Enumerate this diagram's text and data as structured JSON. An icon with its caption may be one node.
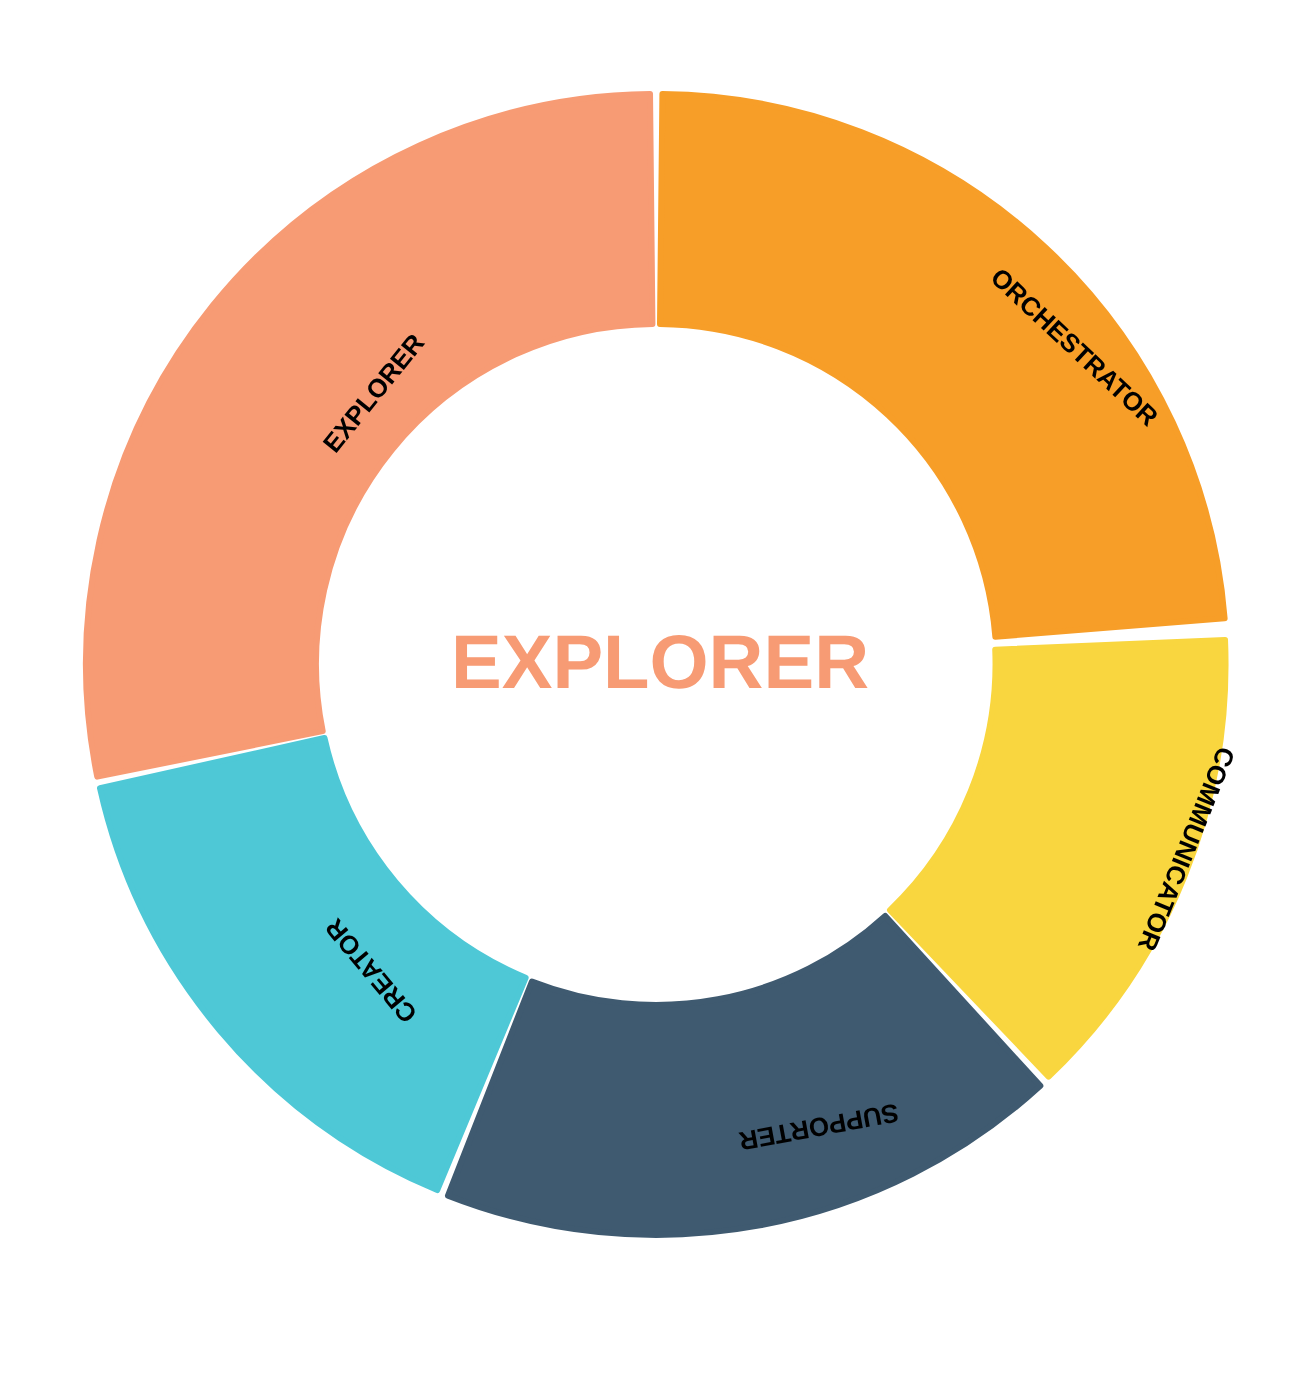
{
  "diagram": {
    "nodes": [
      {
        "text": [
          "EXPLORER"
        ]
      },
      {
        "text": [
          "ORCHESTRATOR"
        ]
      },
      {
        "text": [
          "COMMUNICATOR"
        ]
      },
      {
        "text": [
          "CREATOR"
        ]
      },
      {
        "text": [
          "SUPPORTER"
        ]
      }
    ],
    "labels": [
      "EXPLORER"
    ]
  }
}
